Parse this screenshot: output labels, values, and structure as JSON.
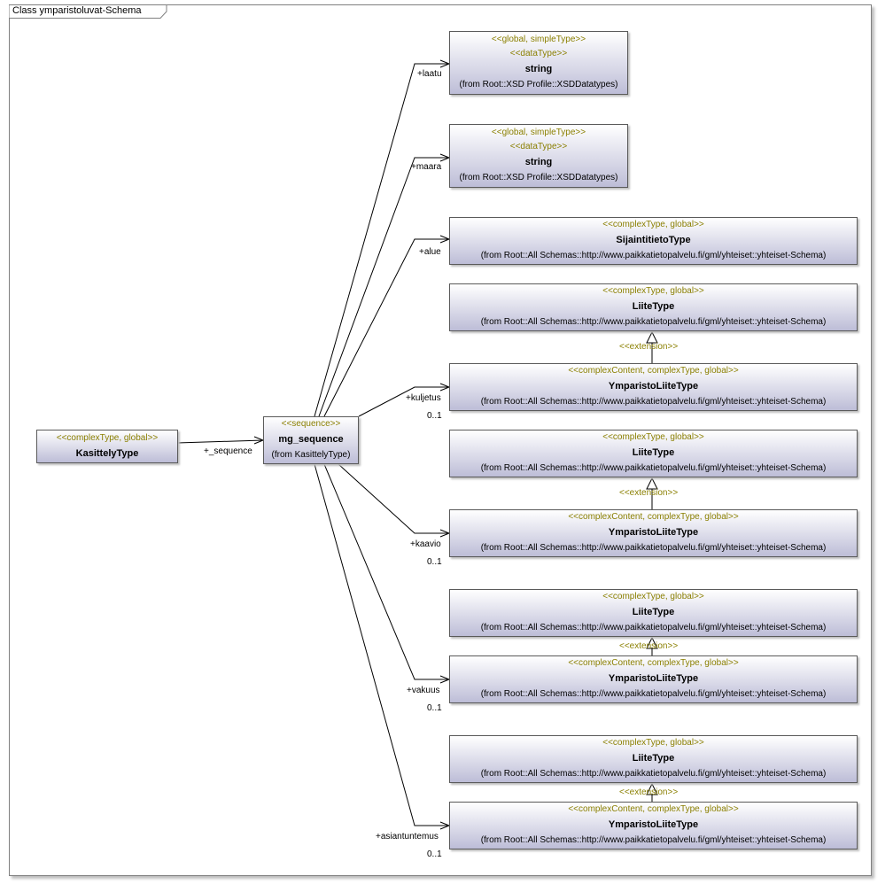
{
  "frame": {
    "title": "Class ymparistoluvat-Schema"
  },
  "source": {
    "stereotype": "<<complexType, global>>",
    "name": "KasittelyType",
    "link_label": "+_sequence"
  },
  "sequence": {
    "stereotype": "<<sequence>>",
    "name": "mg_sequence",
    "from": "(from KasittelyType)"
  },
  "nodes": [
    {
      "id": "laatu-type",
      "stereotypes": [
        "<<global, simpleType>>",
        "<<dataType>>"
      ],
      "name": "string",
      "from": "(from Root::XSD Profile::XSDDatatypes)"
    },
    {
      "id": "maara-type",
      "stereotypes": [
        "<<global, simpleType>>",
        "<<dataType>>"
      ],
      "name": "string",
      "from": "(from Root::XSD Profile::XSDDatatypes)"
    },
    {
      "id": "alue-type",
      "stereotypes": [
        "<<complexType, global>>"
      ],
      "name": "SijaintitietoType",
      "from": "(from Root::All Schemas::http://www.paikkatietopalvelu.fi/gml/yhteiset::yhteiset-Schema)"
    },
    {
      "id": "liite-1",
      "stereotypes": [
        "<<complexType, global>>"
      ],
      "name": "LiiteType",
      "from": "(from Root::All Schemas::http://www.paikkatietopalvelu.fi/gml/yhteiset::yhteiset-Schema)"
    },
    {
      "id": "ympliite-1",
      "stereotypes": [
        "<<complexContent, complexType, global>>"
      ],
      "name": "YmparistoLiiteType",
      "from": "(from Root::All Schemas::http://www.paikkatietopalvelu.fi/gml/yhteiset::yhteiset-Schema)"
    },
    {
      "id": "liite-2",
      "stereotypes": [
        "<<complexType, global>>"
      ],
      "name": "LiiteType",
      "from": "(from Root::All Schemas::http://www.paikkatietopalvelu.fi/gml/yhteiset::yhteiset-Schema)"
    },
    {
      "id": "ympliite-2",
      "stereotypes": [
        "<<complexContent, complexType, global>>"
      ],
      "name": "YmparistoLiiteType",
      "from": "(from Root::All Schemas::http://www.paikkatietopalvelu.fi/gml/yhteiset::yhteiset-Schema)"
    },
    {
      "id": "liite-3",
      "stereotypes": [
        "<<complexType, global>>"
      ],
      "name": "LiiteType",
      "from": "(from Root::All Schemas::http://www.paikkatietopalvelu.fi/gml/yhteiset::yhteiset-Schema)"
    },
    {
      "id": "ympliite-3",
      "stereotypes": [
        "<<complexContent, complexType, global>>"
      ],
      "name": "YmparistoLiiteType",
      "from": "(from Root::All Schemas::http://www.paikkatietopalvelu.fi/gml/yhteiset::yhteiset-Schema)"
    },
    {
      "id": "liite-4",
      "stereotypes": [
        "<<complexType, global>>"
      ],
      "name": "LiiteType",
      "from": "(from Root::All Schemas::http://www.paikkatietopalvelu.fi/gml/yhteiset::yhteiset-Schema)"
    },
    {
      "id": "ympliite-4",
      "stereotypes": [
        "<<complexContent, complexType, global>>"
      ],
      "name": "YmparistoLiiteType",
      "from": "(from Root::All Schemas::http://www.paikkatietopalvelu.fi/gml/yhteiset::yhteiset-Schema)"
    }
  ],
  "associations": [
    {
      "role": "+laatu",
      "multiplicity": ""
    },
    {
      "role": "+maara",
      "multiplicity": ""
    },
    {
      "role": "+alue",
      "multiplicity": ""
    },
    {
      "role": "+kuljetus",
      "multiplicity": "0..1"
    },
    {
      "role": "+kaavio",
      "multiplicity": "0..1"
    },
    {
      "role": "+vakuus",
      "multiplicity": "0..1"
    },
    {
      "role": "+asiantuntemus",
      "multiplicity": "0..1"
    }
  ],
  "extension_label": "<<extension>>"
}
